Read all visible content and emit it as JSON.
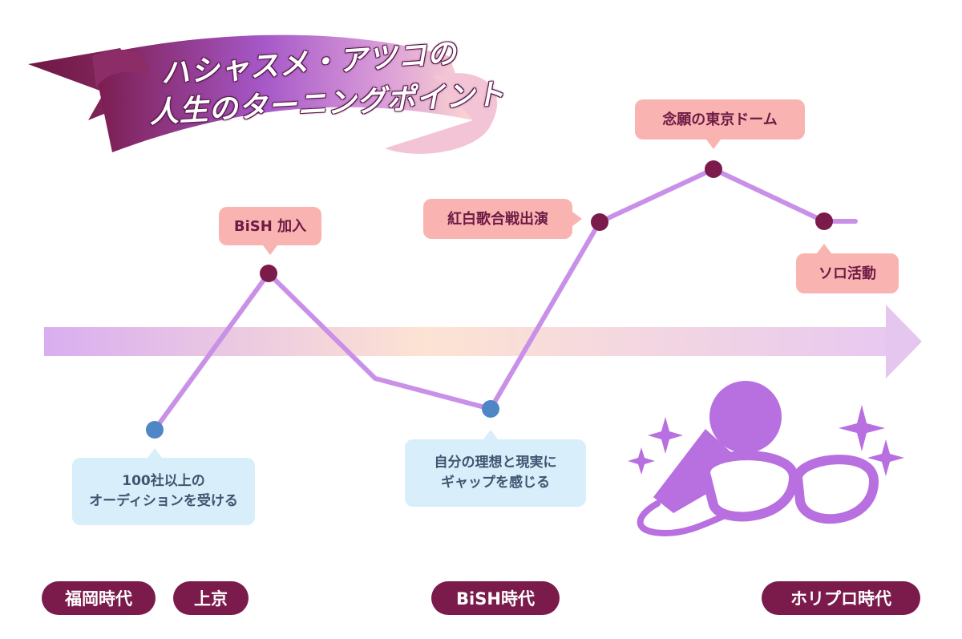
{
  "title": {
    "line1": "ハシャスメ・アツコの",
    "line2": "人生のターニングポイント"
  },
  "events": {
    "bish_join": "BiSH 加入",
    "kohaku": "紅白歌合戦出演",
    "tokyo_dome": "念願の東京ドーム",
    "solo": "ソロ活動",
    "audition": "100社以上の\nオーディションを受ける",
    "gap": "自分の理想と現実に\nギャップを感じる"
  },
  "eras": {
    "fukuoka": "福岡時代",
    "joukyou": "上京",
    "bish": "BiSH時代",
    "horipro": "ホリプロ時代"
  },
  "colors": {
    "line": "#c990e8",
    "high_point": "#7a1b4c",
    "low_point": "#4f86c6",
    "pink_callout": "#f9b4b1",
    "blue_callout": "#d8eefa",
    "era_pill": "#7a1b4c",
    "illustration": "#b86fe0"
  },
  "icons": [
    "microphone-icon",
    "glasses-icon",
    "sparkle-icon"
  ]
}
